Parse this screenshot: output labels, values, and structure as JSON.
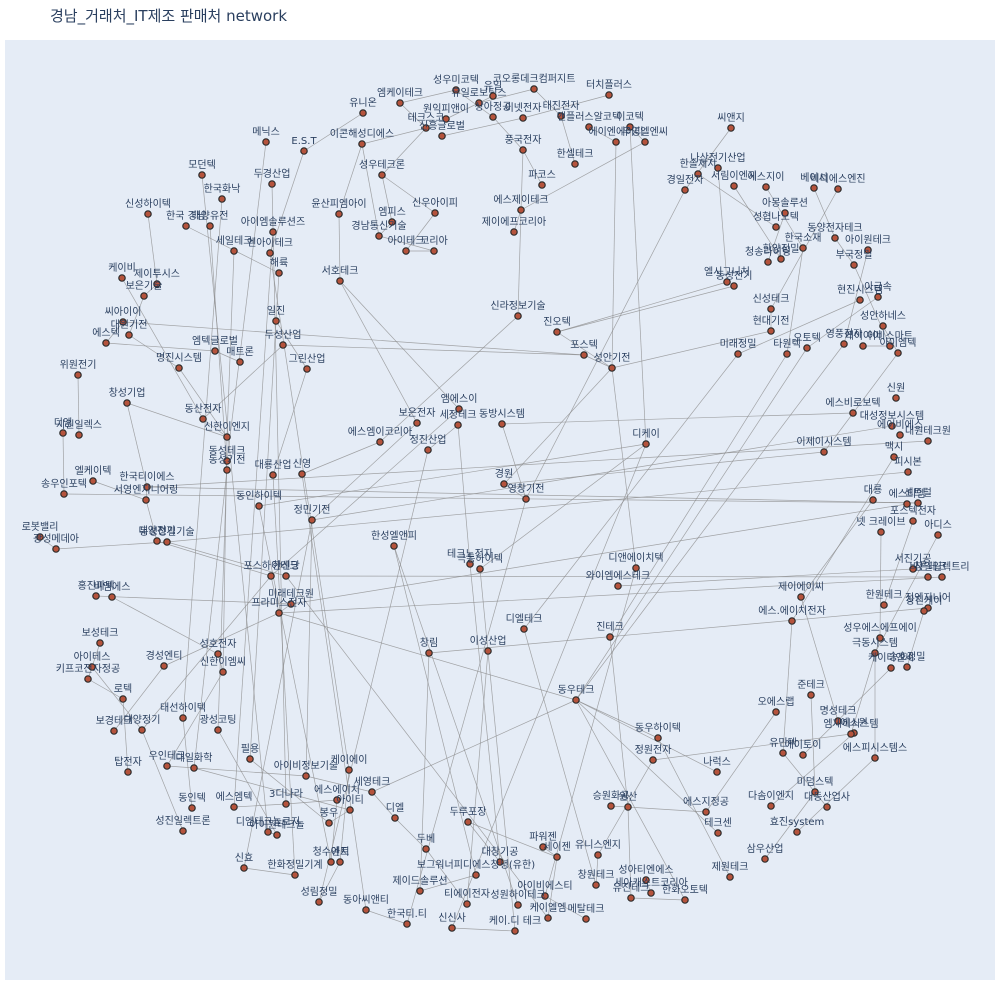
{
  "title": "경남_거래처_IT제조 판매처 network",
  "colors": {
    "plot_bg": "#e5ecf6",
    "node_fill": "#b5533c",
    "node_stroke": "#2b2b2b",
    "edge": "#8a8a8a",
    "text": "#2a3f5f"
  },
  "nodes": [
    {
      "id": "n1",
      "label": "성우미코텍"
    },
    {
      "id": "n2",
      "label": "유일로보틱스"
    },
    {
      "id": "n3",
      "label": "유일"
    },
    {
      "id": "n4",
      "label": "코오롱데크컴퍼지트"
    },
    {
      "id": "n5",
      "label": "터치플러스"
    },
    {
      "id": "n6",
      "label": "엠케이테크"
    },
    {
      "id": "n7",
      "label": "원익피앤이"
    },
    {
      "id": "n8",
      "label": "상아정공"
    },
    {
      "id": "n9",
      "label": "이넷전자"
    },
    {
      "id": "n10",
      "label": "태진전자"
    },
    {
      "id": "n11",
      "label": "앤플러스알코텍"
    },
    {
      "id": "n12",
      "label": "유니온"
    },
    {
      "id": "n13",
      "label": "테크스코"
    },
    {
      "id": "n14",
      "label": "이코텍"
    },
    {
      "id": "n15",
      "label": "에이엔에이디"
    },
    {
      "id": "n16",
      "label": "우영엘엔씨"
    },
    {
      "id": "n17",
      "label": "씨앤지"
    },
    {
      "id": "n18",
      "label": "메닉스"
    },
    {
      "id": "n19",
      "label": "E.S.T"
    },
    {
      "id": "n20",
      "label": "이콘해성디에스"
    },
    {
      "id": "n21",
      "label": "신흥글로벌"
    },
    {
      "id": "n22",
      "label": "풍국전자"
    },
    {
      "id": "n23",
      "label": "한셀테크"
    },
    {
      "id": "n24",
      "label": "나산전기산업"
    },
    {
      "id": "n25",
      "label": "한솔제지"
    },
    {
      "id": "n26",
      "label": "모던텍"
    },
    {
      "id": "n27",
      "label": "두경산업"
    },
    {
      "id": "n28",
      "label": "성우테크론"
    },
    {
      "id": "n29",
      "label": "파코스"
    },
    {
      "id": "n30",
      "label": "경일전자"
    },
    {
      "id": "n31",
      "label": "서림이엔지"
    },
    {
      "id": "n32",
      "label": "에스지이"
    },
    {
      "id": "n33",
      "label": "베이서"
    },
    {
      "id": "n34",
      "label": "비디에스엔진"
    },
    {
      "id": "n35",
      "label": "한국화낙"
    },
    {
      "id": "n36",
      "label": "에스제이테크"
    },
    {
      "id": "n37",
      "label": "아몽솔루션"
    },
    {
      "id": "n38",
      "label": "신성하이텍"
    },
    {
      "id": "n39",
      "label": "한국 경남"
    },
    {
      "id": "n40",
      "label": "태양유전"
    },
    {
      "id": "n41",
      "label": "아이엠솔루션즈"
    },
    {
      "id": "n42",
      "label": "윤산피엠아이"
    },
    {
      "id": "n43",
      "label": "신우아이피"
    },
    {
      "id": "n44",
      "label": "엠피스"
    },
    {
      "id": "n45",
      "label": "제이에프코리아"
    },
    {
      "id": "n46",
      "label": "성협나노텍"
    },
    {
      "id": "n47",
      "label": "동양전자테크"
    },
    {
      "id": "n48",
      "label": "세일테크"
    },
    {
      "id": "n49",
      "label": "엔아이테크"
    },
    {
      "id": "n50",
      "label": "경남통신기술"
    },
    {
      "id": "n51",
      "label": "아이테크"
    },
    {
      "id": "n52",
      "label": "코리아"
    },
    {
      "id": "n53",
      "label": "한국소재"
    },
    {
      "id": "n54",
      "label": "아이원테크"
    },
    {
      "id": "n55",
      "label": "청송라이팅"
    },
    {
      "id": "n56",
      "label": "한양정밀"
    },
    {
      "id": "n57",
      "label": "부국정밀"
    },
    {
      "id": "n58",
      "label": "해륙"
    },
    {
      "id": "n59",
      "label": "케이비"
    },
    {
      "id": "n60",
      "label": "제이투시스"
    },
    {
      "id": "n61",
      "label": "보은기술"
    },
    {
      "id": "n62",
      "label": "서호테크"
    },
    {
      "id": "n63",
      "label": "엘시그니처"
    },
    {
      "id": "n64",
      "label": "동성전기"
    },
    {
      "id": "n65",
      "label": "아금속"
    },
    {
      "id": "n66",
      "label": "씨아이이"
    },
    {
      "id": "n67",
      "label": "신성테크"
    },
    {
      "id": "n68",
      "label": "현진시스템"
    },
    {
      "id": "n69",
      "label": "성안하네스"
    },
    {
      "id": "n70",
      "label": "에스텍"
    },
    {
      "id": "n71",
      "label": "대원기전"
    },
    {
      "id": "n72",
      "label": "일진"
    },
    {
      "id": "n73",
      "label": "신라정보기술"
    },
    {
      "id": "n74",
      "label": "진오텍"
    },
    {
      "id": "n75",
      "label": "현대기전"
    },
    {
      "id": "n76",
      "label": "이비스마트"
    },
    {
      "id": "n77",
      "label": "엠텍글로벌"
    },
    {
      "id": "n78",
      "label": "두성산업"
    },
    {
      "id": "n79",
      "label": "포스텍"
    },
    {
      "id": "n80",
      "label": "영풍전자"
    },
    {
      "id": "n81",
      "label": "오토텍"
    },
    {
      "id": "n82",
      "label": "케이아이"
    },
    {
      "id": "n83",
      "label": "아이엠텍"
    },
    {
      "id": "n84",
      "label": "위원전기"
    },
    {
      "id": "n85",
      "label": "명진시스템"
    },
    {
      "id": "n86",
      "label": "매트론"
    },
    {
      "id": "n87",
      "label": "그린산업"
    },
    {
      "id": "n88",
      "label": "미래정밀"
    },
    {
      "id": "n89",
      "label": "타원텍"
    },
    {
      "id": "n90",
      "label": "성안기전"
    },
    {
      "id": "n91",
      "label": "창성기업"
    },
    {
      "id": "n92",
      "label": "신원"
    },
    {
      "id": "n93",
      "label": "동산전자"
    },
    {
      "id": "n94",
      "label": "엠에스이"
    },
    {
      "id": "n95",
      "label": "에스비로보텍"
    },
    {
      "id": "n96",
      "label": "보은전자"
    },
    {
      "id": "n97",
      "label": "신한이엔지"
    },
    {
      "id": "n98",
      "label": "세정테크"
    },
    {
      "id": "n99",
      "label": "동방시스템"
    },
    {
      "id": "n100",
      "label": "대성정보시스템"
    },
    {
      "id": "n101",
      "label": "에이비에스"
    },
    {
      "id": "n102",
      "label": "디엠"
    },
    {
      "id": "n103",
      "label": "지원일렉스"
    },
    {
      "id": "n104",
      "label": "에스엠이코리아"
    },
    {
      "id": "n105",
      "label": "정진산업"
    },
    {
      "id": "n106",
      "label": "디케이"
    },
    {
      "id": "n107",
      "label": "대원테크원"
    },
    {
      "id": "n108",
      "label": "동성테크"
    },
    {
      "id": "n109",
      "label": "동성기전"
    },
    {
      "id": "n110",
      "label": "이제이시스템"
    },
    {
      "id": "n111",
      "label": "맥시"
    },
    {
      "id": "n112",
      "label": "엘케이텍"
    },
    {
      "id": "n113",
      "label": "한국티이에스"
    },
    {
      "id": "n114",
      "label": "대룡산업"
    },
    {
      "id": "n115",
      "label": "신영"
    },
    {
      "id": "n116",
      "label": "경원"
    },
    {
      "id": "n117",
      "label": "피시본"
    },
    {
      "id": "n118",
      "label": "송우인포텍"
    },
    {
      "id": "n119",
      "label": "서영엔지니어링"
    },
    {
      "id": "n120",
      "label": "동인하이텍"
    },
    {
      "id": "n121",
      "label": "영창기전"
    },
    {
      "id": "n122",
      "label": "대룡"
    },
    {
      "id": "n123",
      "label": "에스티엠"
    },
    {
      "id": "n124",
      "label": "센트럴"
    },
    {
      "id": "n125",
      "label": "정민기전"
    },
    {
      "id": "n126",
      "label": "포스텍전자"
    },
    {
      "id": "n127",
      "label": "로봇밸리"
    },
    {
      "id": "n128",
      "label": "넷 크레이브"
    },
    {
      "id": "n129",
      "label": "아디스"
    },
    {
      "id": "n130",
      "label": "광성메데아"
    },
    {
      "id": "n131",
      "label": "대양전기"
    },
    {
      "id": "n132",
      "label": "동성정밀기술"
    },
    {
      "id": "n133",
      "label": "한성엘앤피"
    },
    {
      "id": "n134",
      "label": "테크노전자"
    },
    {
      "id": "n135",
      "label": "극동하이텍"
    },
    {
      "id": "n136",
      "label": "디앤에이치텍"
    },
    {
      "id": "n137",
      "label": "서진기공"
    },
    {
      "id": "n138",
      "label": "바른테크"
    },
    {
      "id": "n139",
      "label": "창일일렉트리"
    },
    {
      "id": "n140",
      "label": "포스하이테크"
    },
    {
      "id": "n141",
      "label": "한신당"
    },
    {
      "id": "n142",
      "label": "와이엠에스테크"
    },
    {
      "id": "n143",
      "label": "제이에이씨"
    },
    {
      "id": "n144",
      "label": "홍진파텍"
    },
    {
      "id": "n145",
      "label": "비엠에스"
    },
    {
      "id": "n146",
      "label": "미래테크원"
    },
    {
      "id": "n147",
      "label": "프라미스전자"
    },
    {
      "id": "n148",
      "label": "한원테크"
    },
    {
      "id": "n149",
      "label": "정엔지니어"
    },
    {
      "id": "n150",
      "label": "창진케이"
    },
    {
      "id": "n151",
      "label": "에스.에이치전자"
    },
    {
      "id": "n152",
      "label": "디엘테크"
    },
    {
      "id": "n153",
      "label": "보성테크"
    },
    {
      "id": "n154",
      "label": "진테크"
    },
    {
      "id": "n155",
      "label": "성우에스에프에이"
    },
    {
      "id": "n156",
      "label": "창림"
    },
    {
      "id": "n157",
      "label": "이성산업"
    },
    {
      "id": "n158",
      "label": "성호전자"
    },
    {
      "id": "n159",
      "label": "아이테스"
    },
    {
      "id": "n160",
      "label": "경성엔티"
    },
    {
      "id": "n161",
      "label": "신한이엠씨"
    },
    {
      "id": "n162",
      "label": "극동시스템"
    },
    {
      "id": "n163",
      "label": "키프코전자정공"
    },
    {
      "id": "n164",
      "label": "송호정밀"
    },
    {
      "id": "n165",
      "label": "케이티엔씨"
    },
    {
      "id": "n166",
      "label": "로텍"
    },
    {
      "id": "n167",
      "label": "동우테크"
    },
    {
      "id": "n168",
      "label": "준테크"
    },
    {
      "id": "n169",
      "label": "오에스랩"
    },
    {
      "id": "n170",
      "label": "태선하이텍"
    },
    {
      "id": "n171",
      "label": "보경테크"
    },
    {
      "id": "n172",
      "label": "대양정기"
    },
    {
      "id": "n173",
      "label": "광성코팅"
    },
    {
      "id": "n174",
      "label": "명성테크"
    },
    {
      "id": "n175",
      "label": "에스원"
    },
    {
      "id": "n176",
      "label": "엠제이시스템"
    },
    {
      "id": "n177",
      "label": "동우하이텍"
    },
    {
      "id": "n178",
      "label": "유민텍"
    },
    {
      "id": "n179",
      "label": "에이토이"
    },
    {
      "id": "n180",
      "label": "에스피시스템스"
    },
    {
      "id": "n181",
      "label": "탑전자"
    },
    {
      "id": "n182",
      "label": "우인테크"
    },
    {
      "id": "n183",
      "label": "대일화학"
    },
    {
      "id": "n184",
      "label": "필용"
    },
    {
      "id": "n185",
      "label": "아이비정보기술"
    },
    {
      "id": "n186",
      "label": "케이에이"
    },
    {
      "id": "n187",
      "label": "정원전자"
    },
    {
      "id": "n188",
      "label": "나럭스"
    },
    {
      "id": "n189",
      "label": "세영테크"
    },
    {
      "id": "n190",
      "label": "미덤스텍"
    },
    {
      "id": "n191",
      "label": "동인텍"
    },
    {
      "id": "n192",
      "label": "에스엠텍"
    },
    {
      "id": "n193",
      "label": "3디나라"
    },
    {
      "id": "n194",
      "label": "에스에이치"
    },
    {
      "id": "n195",
      "label": "아이티"
    },
    {
      "id": "n196",
      "label": "승원화공"
    },
    {
      "id": "n197",
      "label": "원산"
    },
    {
      "id": "n198",
      "label": "에스지정공"
    },
    {
      "id": "n199",
      "label": "다솜이엔지"
    },
    {
      "id": "n200",
      "label": "대동산업사"
    },
    {
      "id": "n201",
      "label": "성진일렉트론"
    },
    {
      "id": "n202",
      "label": "디엠테크놀로지"
    },
    {
      "id": "n203",
      "label": "아이원테크놀"
    },
    {
      "id": "n204",
      "label": "봉우"
    },
    {
      "id": "n205",
      "label": "디엘"
    },
    {
      "id": "n206",
      "label": "두루포장"
    },
    {
      "id": "n207",
      "label": "테크센"
    },
    {
      "id": "n208",
      "label": "효진system"
    },
    {
      "id": "n209",
      "label": "신효"
    },
    {
      "id": "n210",
      "label": "한화정밀기계"
    },
    {
      "id": "n211",
      "label": "청수엔지"
    },
    {
      "id": "n212",
      "label": "아트"
    },
    {
      "id": "n213",
      "label": "두베"
    },
    {
      "id": "n214",
      "label": "대창기공"
    },
    {
      "id": "n215",
      "label": "파워젠"
    },
    {
      "id": "n216",
      "label": "세이젠"
    },
    {
      "id": "n217",
      "label": "유니스엔지"
    },
    {
      "id": "n218",
      "label": "삼우산업"
    },
    {
      "id": "n219",
      "label": "보그워너피디에스창녕(유한)"
    },
    {
      "id": "n220",
      "label": "제이드솔루션"
    },
    {
      "id": "n221",
      "label": "아이비에스티"
    },
    {
      "id": "n222",
      "label": "창원테크"
    },
    {
      "id": "n223",
      "label": "성아티엔에스"
    },
    {
      "id": "n224",
      "label": "세아캐스트코리아"
    },
    {
      "id": "n225",
      "label": "제원테크"
    },
    {
      "id": "n226",
      "label": "성림정밀"
    },
    {
      "id": "n227",
      "label": "동아씨앤티"
    },
    {
      "id": "n228",
      "label": "티에이전자"
    },
    {
      "id": "n229",
      "label": "성원하이테크"
    },
    {
      "id": "n230",
      "label": "유진테크"
    },
    {
      "id": "n231",
      "label": "한화오토텍"
    },
    {
      "id": "n232",
      "label": "한국티.티"
    },
    {
      "id": "n233",
      "label": "케이엘엠"
    },
    {
      "id": "n234",
      "label": "메탈테크"
    },
    {
      "id": "n235",
      "label": "신신사"
    },
    {
      "id": "n236",
      "label": "케이.디 테크"
    }
  ]
}
